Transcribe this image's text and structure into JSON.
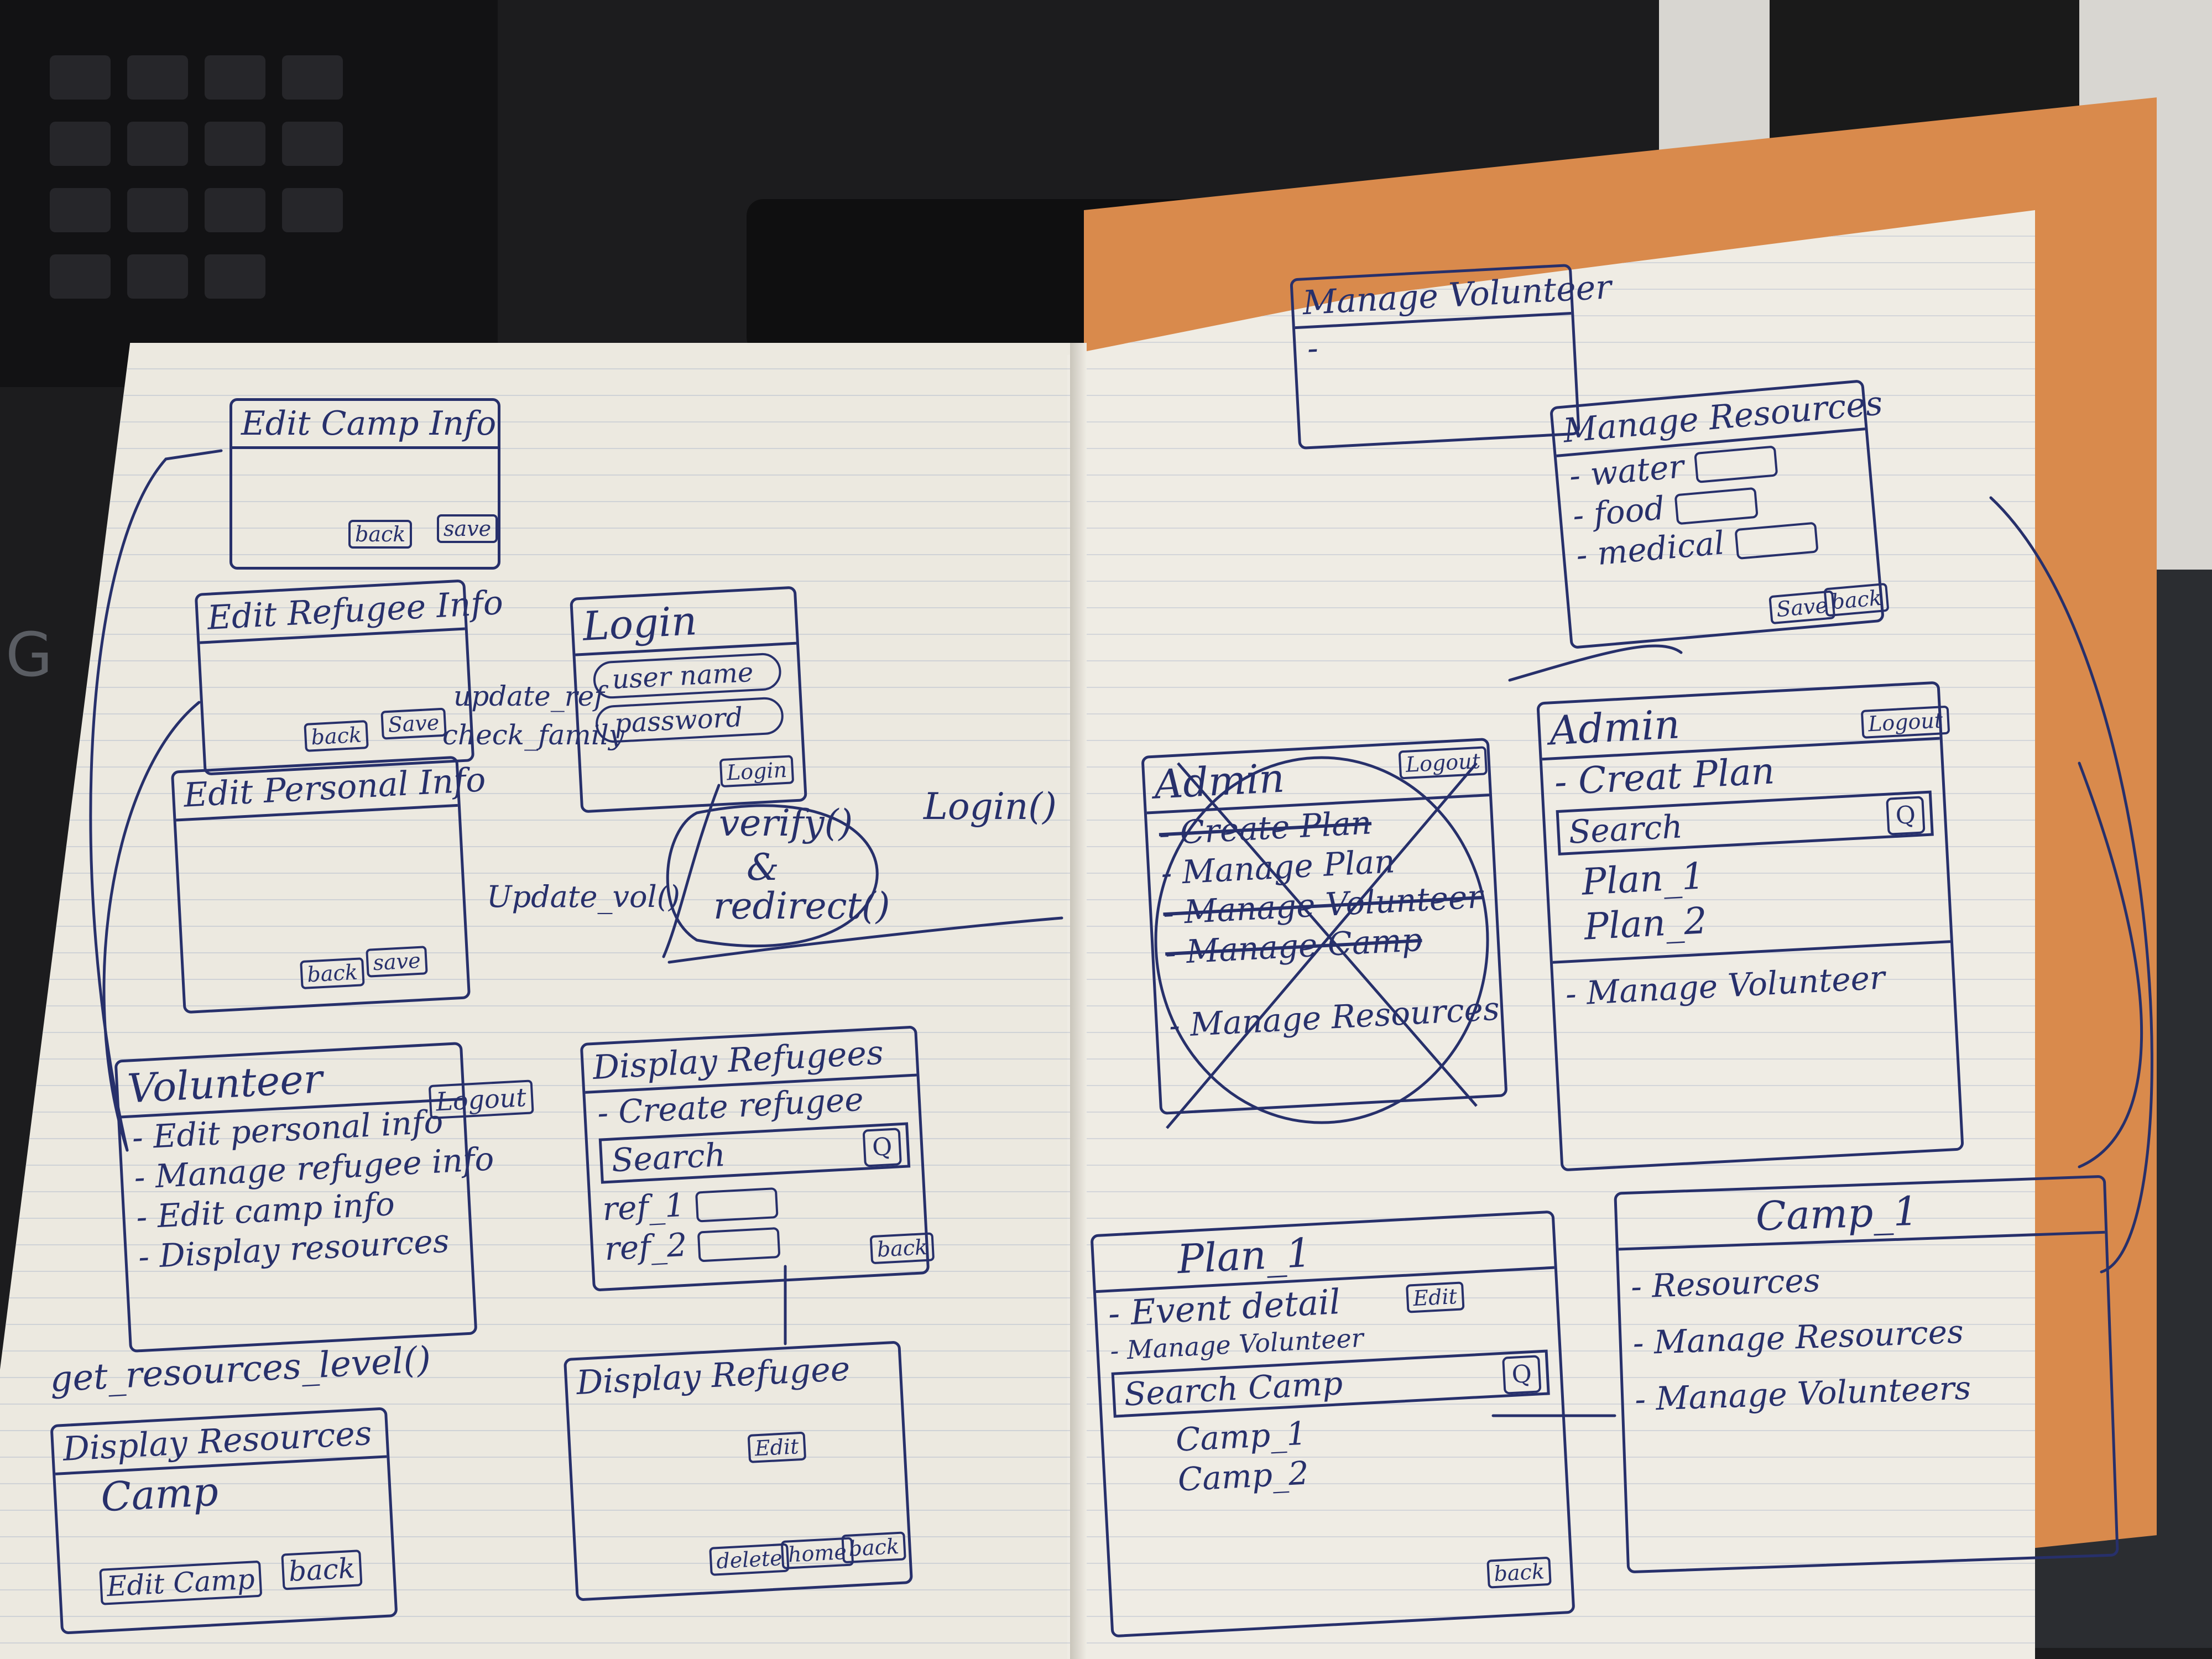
{
  "left_page": {
    "edit_camp_info": {
      "title": "Edit Camp Info",
      "back": "back",
      "save": "save"
    },
    "edit_refugee_info": {
      "title": "Edit Refugee Info",
      "back": "back",
      "save": "Save"
    },
    "edit_personal_info": {
      "title": "Edit Personal Info",
      "back": "back",
      "save": "save"
    },
    "login": {
      "title": "Login",
      "username": "user name",
      "password": "password",
      "button": "Login"
    },
    "notes": {
      "update_ref": "update_ref",
      "check_family": "check_family",
      "verify": "verify()",
      "and": "&",
      "redirect": "redirect()",
      "login_fn": "Login()",
      "update_vol": "Update_vol()",
      "get_resources": "get_resources_level()"
    },
    "volunteer": {
      "title": "Volunteer",
      "logout": "Logout",
      "items": [
        "- Edit personal info",
        "- Manage refugee info",
        "- Edit camp info",
        "- Display resources"
      ]
    },
    "display_refugees": {
      "title": "Display Refugees",
      "create": "- Create refugee",
      "search": "Search",
      "rows": [
        "ref_1",
        "ref_2"
      ],
      "back": "back"
    },
    "display_refugee": {
      "title": "Display Refugee",
      "edit": "Edit",
      "delete": "delete",
      "home": "home",
      "back": "back"
    },
    "display_resources": {
      "title": "Display Resources",
      "camp": "Camp",
      "edit_camp": "Edit Camp",
      "back": "back"
    }
  },
  "right_page": {
    "manage_volunteer": {
      "title": "Manage Volunteer",
      "item": "-"
    },
    "manage_resources": {
      "title": "Manage Resources",
      "items": [
        "- water",
        "- food",
        "- medical"
      ],
      "save": "Save",
      "back": "back"
    },
    "admin_crossed": {
      "title": "Admin",
      "logout": "Logout",
      "items": [
        "- Create Plan",
        "- Manage Plan",
        "- Manage Volunteer",
        "- Manage Camp",
        "- Manage Resources"
      ]
    },
    "admin": {
      "title": "Admin",
      "logout": "Logout",
      "create": "- Creat Plan",
      "search": "Search",
      "plans": [
        "Plan_1",
        "Plan_2"
      ],
      "manage_volunteer": "- Manage Volunteer"
    },
    "plan_1": {
      "title": "Plan_1",
      "event": "- Event detail",
      "edit": "Edit",
      "manage_volunteer": "- Manage Volunteer",
      "search": "Search Camp",
      "camps": [
        "Camp_1",
        "Camp_2"
      ],
      "back": "back"
    },
    "camp_1": {
      "title": "Camp_1",
      "items": [
        "- Resources",
        "- Manage Resources",
        "- Manage Volunteers"
      ]
    }
  },
  "colors": {
    "ink": "#27306b",
    "paper": "#ece9e0",
    "cover": "#d98a4c"
  }
}
